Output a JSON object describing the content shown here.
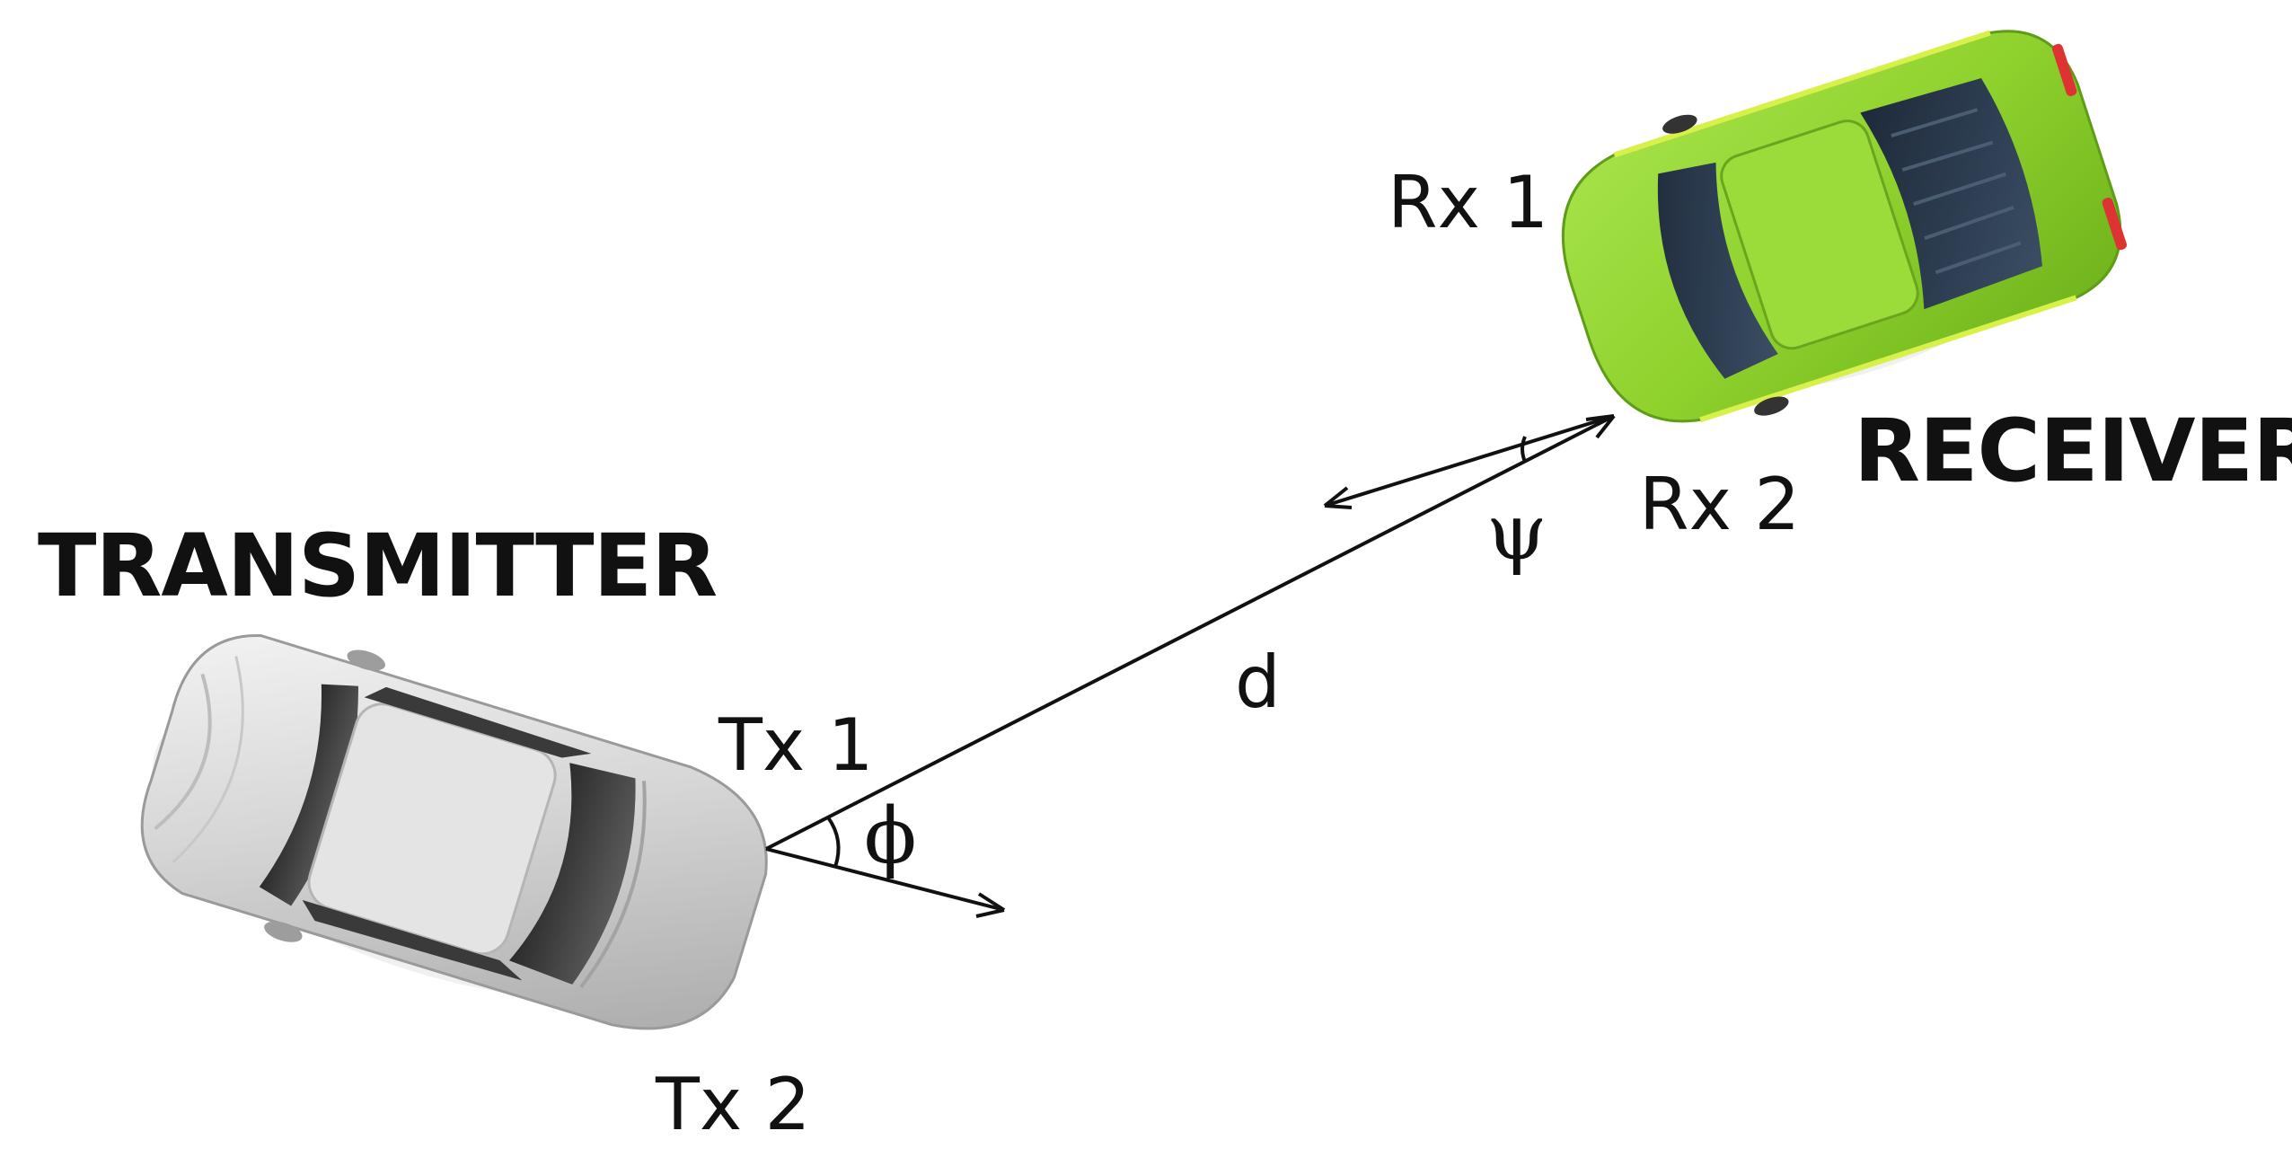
{
  "labels": {
    "transmitter": "TRANSMITTER",
    "receiver": "RECEIVER",
    "tx1": "Tx 1",
    "tx2": "Tx 2",
    "rx1": "Rx 1",
    "rx2": "Rx 2",
    "distance": "d",
    "phi": "ϕ",
    "psi": "ψ"
  },
  "vehicles": [
    {
      "role": "transmitter",
      "body_color": "#d9d9d9",
      "icon": "silver-car-icon"
    },
    {
      "role": "receiver",
      "body_color": "#8ed631",
      "icon": "green-car-icon"
    }
  ],
  "colors": {
    "line": "#111111",
    "background": "#ffffff"
  }
}
